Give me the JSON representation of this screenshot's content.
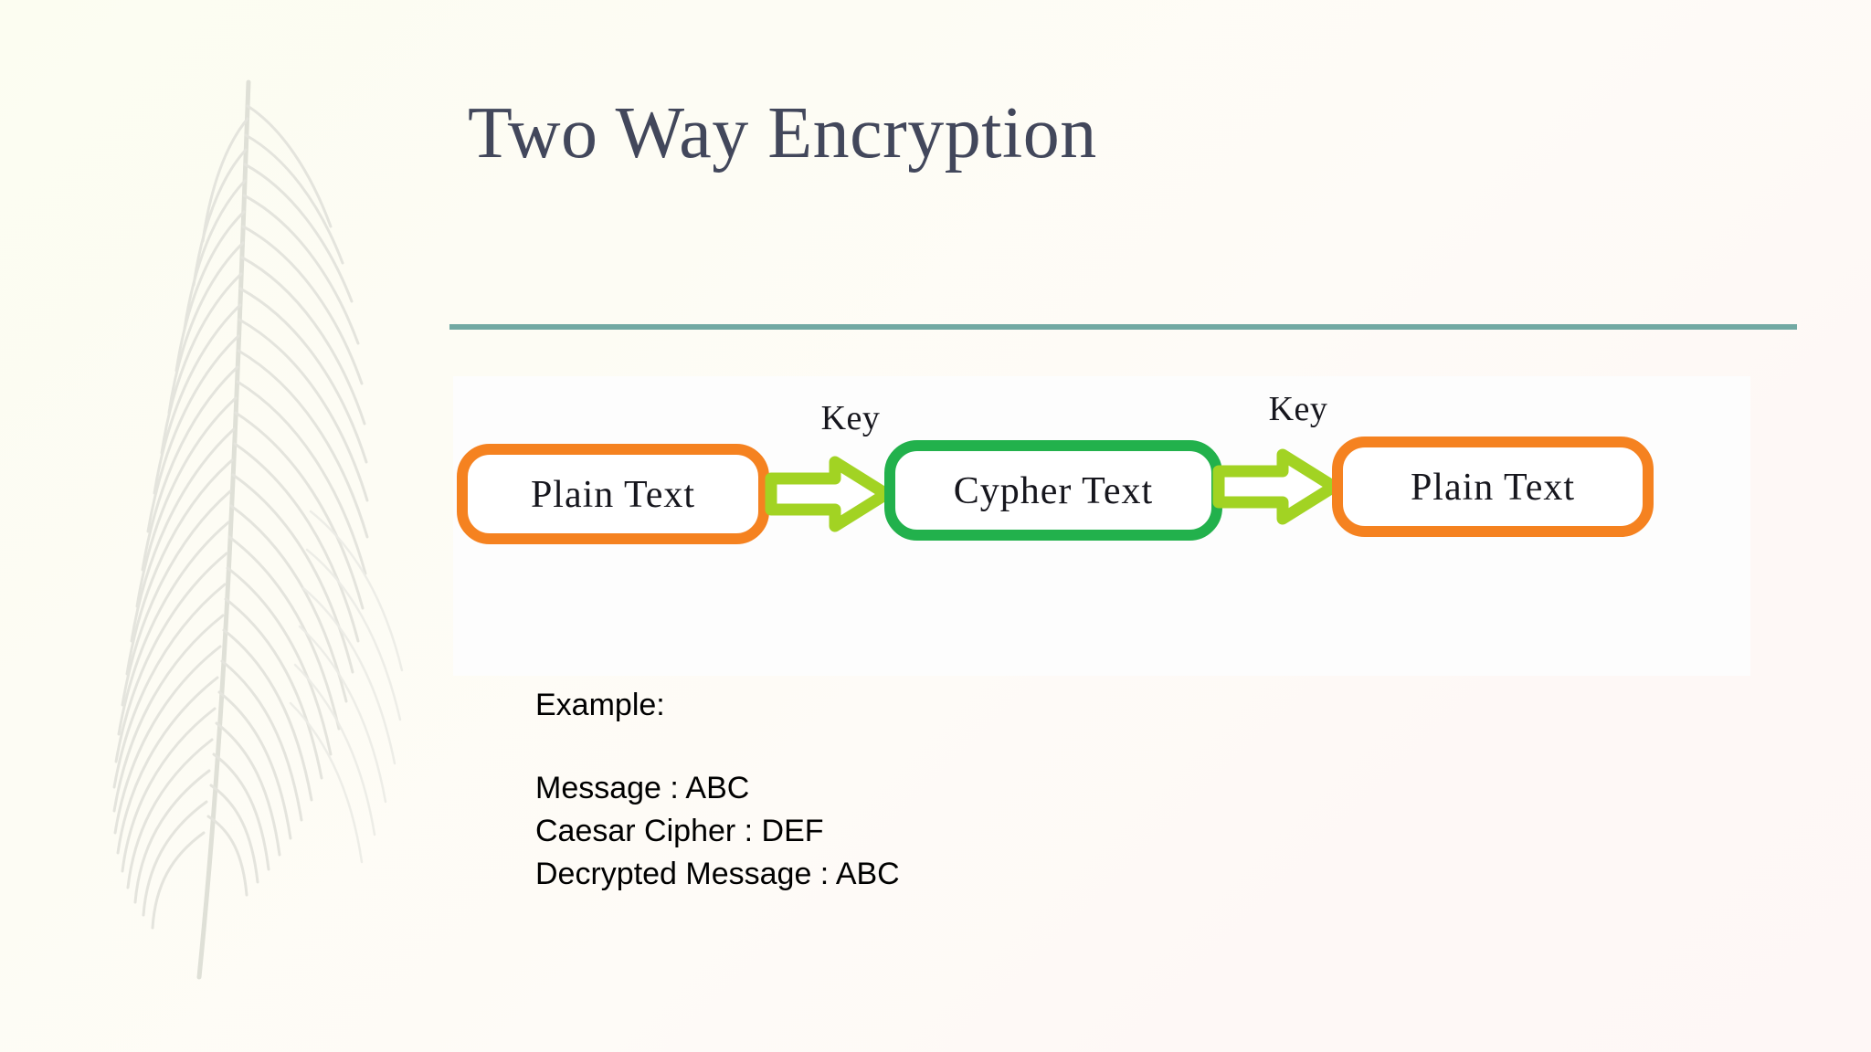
{
  "slide": {
    "title": "Two Way Encryption",
    "background_start": "#fcfdf1",
    "background_end": "#fef7f6",
    "divider_color": "#72a9a3",
    "panel_color": "#fdfdfd"
  },
  "diagram": {
    "type": "flow",
    "colors": {
      "plaintext_box_border": "#f58220",
      "cyphertext_box_border": "#22b14c",
      "arrow_stroke": "#a2d323",
      "arrow_fill": "#ffffff",
      "text": "#16161d"
    },
    "nodes": [
      {
        "id": "plaintext-left",
        "label": "Plain Text",
        "border_color": "#f58220"
      },
      {
        "id": "cyphertext",
        "label": "Cypher Text",
        "border_color": "#22b14c"
      },
      {
        "id": "plaintext-right",
        "label": "Plain Text",
        "border_color": "#f58220"
      }
    ],
    "edges": [
      {
        "id": "edge-encrypt",
        "label": "Key",
        "from": "plaintext-left",
        "to": "cyphertext"
      },
      {
        "id": "edge-decrypt",
        "label": "Key",
        "from": "cyphertext",
        "to": "plaintext-right"
      }
    ]
  },
  "example": {
    "heading": "Example:",
    "lines": [
      "Message : ABC",
      "Caesar Cipher : DEF",
      "Decrypted Message : ABC"
    ]
  }
}
